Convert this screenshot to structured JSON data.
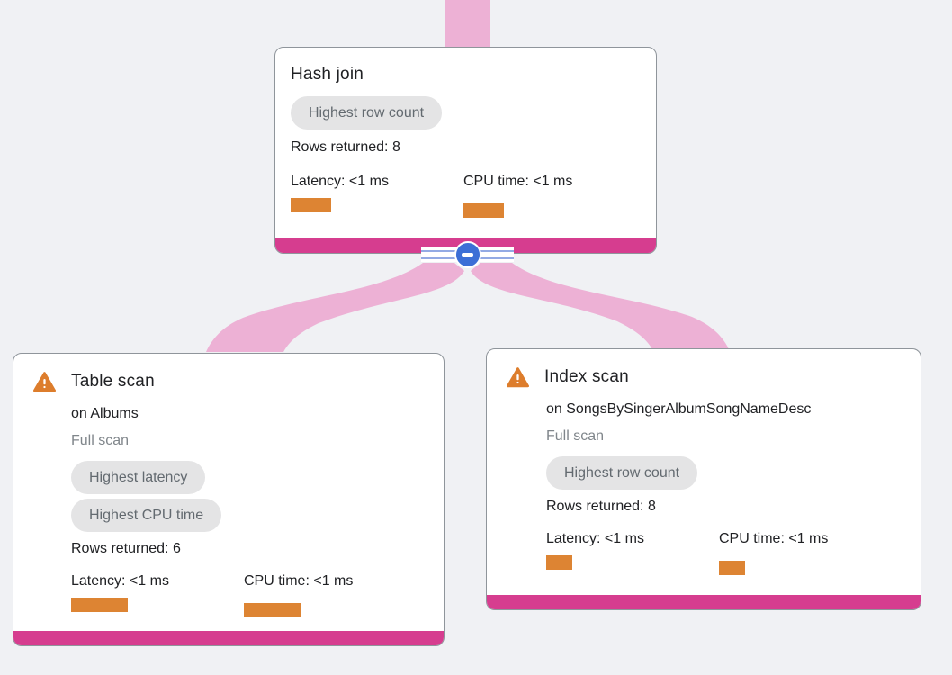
{
  "app": {
    "view": "Query execution plan graph"
  },
  "colors": {
    "background": "#f0f1f4",
    "card_background": "#ffffff",
    "card_border": "#8f959b",
    "edge_pink": "#edb1d5",
    "accent_magenta": "#d63d8f",
    "metric_bar_orange": "#dd8433",
    "warning_orange": "#dd7d2c",
    "collapse_blue": "#3c6fd6",
    "badge_background": "#e4e4e5",
    "badge_text": "#636a70",
    "text_primary": "#202124",
    "text_secondary": "#80868b"
  },
  "icons": {
    "warning": "warning-triangle-icon",
    "collapse": "collapse-minus-icon"
  },
  "edges": [
    {
      "from": "parent",
      "to": "hash-join"
    },
    {
      "from": "hash-join",
      "to": "table-scan"
    },
    {
      "from": "hash-join",
      "to": "index-scan"
    }
  ],
  "collapse_button": {
    "state": "expanded"
  },
  "nodes": [
    {
      "id": "hash-join",
      "title": "Hash join",
      "has_warning": false,
      "badges": [
        "Highest row count"
      ],
      "rows_returned": "Rows returned: 8",
      "metrics": [
        {
          "label": "Latency: <1 ms",
          "bar_style": "width:45px"
        },
        {
          "label": "CPU time: <1 ms",
          "bar_style": "width:45px"
        }
      ]
    },
    {
      "id": "table-scan",
      "title": "Table scan",
      "has_warning": true,
      "subtitle": "on Albums",
      "scan_type": "Full scan",
      "badges": [
        "Highest latency",
        "Highest CPU time"
      ],
      "rows_returned": "Rows returned: 6",
      "metrics": [
        {
          "label": "Latency: <1 ms",
          "bar_style": "width:63px"
        },
        {
          "label": "CPU time: <1 ms",
          "bar_style": "width:63px"
        }
      ]
    },
    {
      "id": "index-scan",
      "title": "Index scan",
      "has_warning": true,
      "subtitle": "on SongsBySingerAlbumSongNameDesc",
      "scan_type": "Full scan",
      "badges": [
        "Highest row count"
      ],
      "rows_returned": "Rows returned: 8",
      "metrics": [
        {
          "label": "Latency: <1 ms",
          "bar_style": "width:29px"
        },
        {
          "label": "CPU time: <1 ms",
          "bar_style": "width:29px"
        }
      ]
    }
  ]
}
